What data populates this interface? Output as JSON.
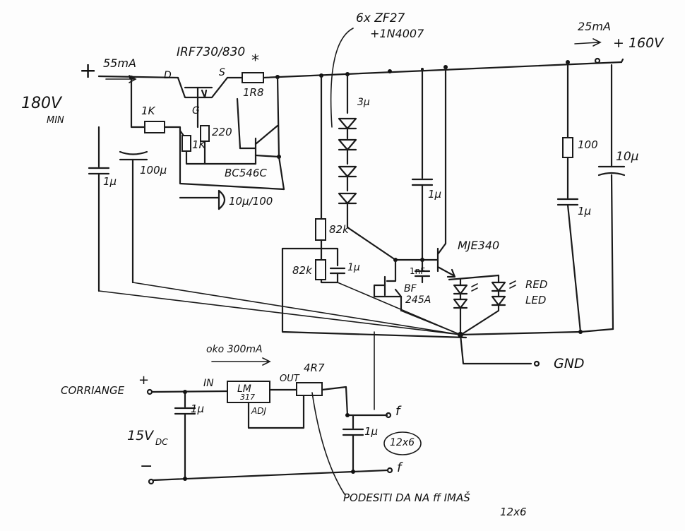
{
  "labels": {
    "vin": "180V",
    "vin_min": "MIN",
    "plus_in": "+",
    "i_in": "55mA",
    "mosfet": "IRF730/830",
    "asterisk": "*",
    "d_pin": "D",
    "s_pin": "S",
    "g_pin": "G",
    "r_sense": "1R8",
    "r_1k_top": "1K",
    "r_1k_gate": "1K",
    "r_220": "220",
    "bc546": "BC546C",
    "cap_1u_left": "1μ",
    "cap_100u": "100μ",
    "diode_note": "10μ/100",
    "zener_top": "6x ZF27",
    "zener_top2": "+1N4007",
    "three_u": "3μ",
    "r_82k_a": "82k",
    "r_82k_b": "82k",
    "cap_1u_mid": "1μ",
    "cap_1u_up": "1μ",
    "one_nF": "1nF",
    "bf245": "BF",
    "bf245b": "245A",
    "mje340": "MJE340",
    "red_led": "RED",
    "led": "LED",
    "r_100": "100",
    "cap_10u": "10μ",
    "cap_1u_right": "1μ",
    "i_out": "25mA",
    "v_out": "+ 160V",
    "gnd": "GND",
    "i_300": "oko 300mA",
    "supply": "CORRIANGE",
    "plus_supply": "+",
    "minus_supply": "−",
    "v_supply": "15V",
    "v_supply_dc": "DC",
    "reg_in": "IN",
    "reg_name": "LM",
    "reg_name2": "317",
    "reg_out": "OUT",
    "reg_adj": "ADJ",
    "r_4r7": "4R7",
    "cap_1u_reg_in": "1μ",
    "cap_1u_reg_out": "1μ",
    "f_top": "f",
    "f_bot": "f",
    "r_12x6": "12x6",
    "note": "PODESITI DA NA ff IMAŠ",
    "note2": "12x6"
  }
}
